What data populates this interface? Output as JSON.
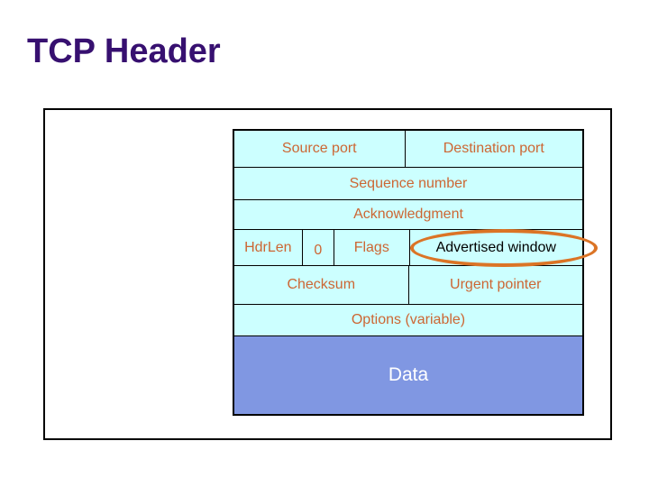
{
  "title": "TCP Header",
  "colors": {
    "title_text": "#371070",
    "field_background": "#CCFFFF",
    "field_label_text": "#CC6633",
    "advertised_window_text": "#000000",
    "data_background": "#8097E2",
    "data_text": "#FFFFFF",
    "highlight_ellipse_stroke": "#DB7426",
    "table_border": "#000000"
  },
  "tcp_header": {
    "source_port": "Source port",
    "destination_port": "Destination port",
    "sequence_number": "Sequence number",
    "acknowledgment": "Acknowledgment",
    "hdr_len": "HdrLen",
    "hdr_len_value": "0",
    "flags": "Flags",
    "advertised_window": "Advertised window",
    "checksum": "Checksum",
    "urgent_pointer": "Urgent pointer",
    "options": "Options (variable)",
    "data": "Data"
  },
  "annotation": {
    "highlighted_field": "Advertised window"
  }
}
